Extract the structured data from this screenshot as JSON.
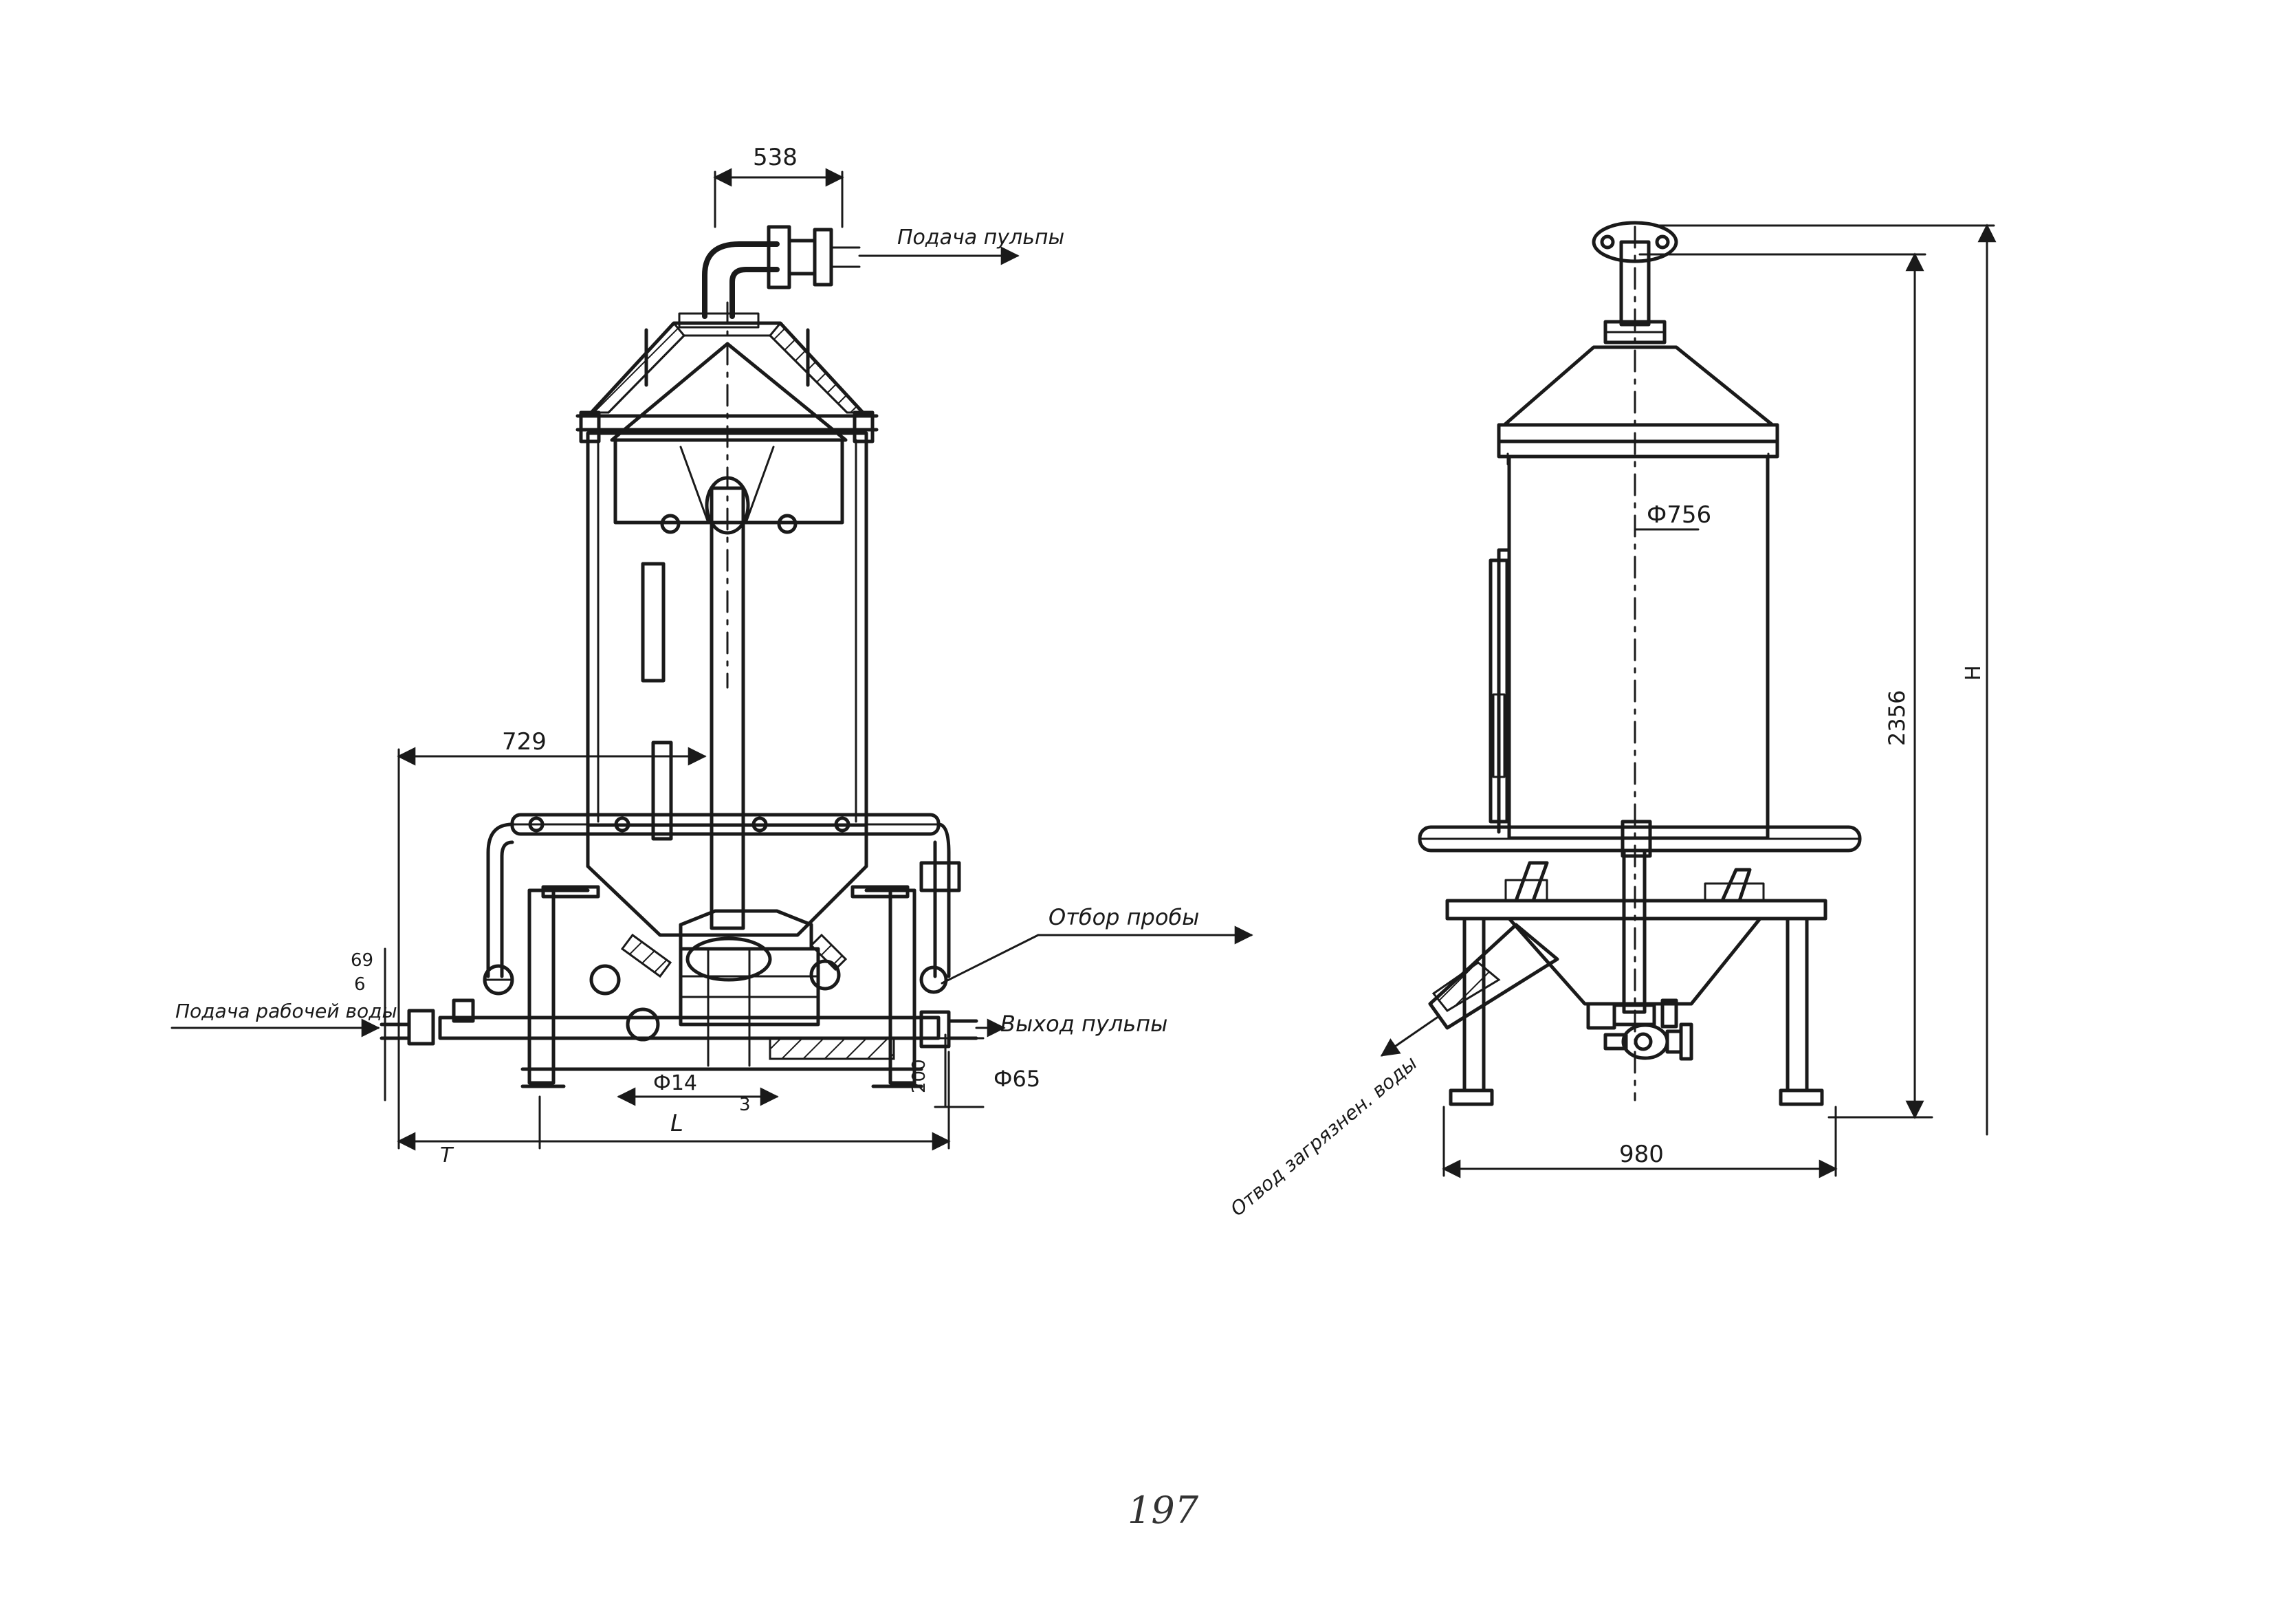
{
  "sheet": {
    "page_number": "197"
  },
  "left_view": {
    "labels": {
      "feed_pulp": "Подача пульпы",
      "sample_take": "Отбор пробы",
      "feed_water": "Подача рабочей воды",
      "pulp_outlet": "Выход пульпы"
    },
    "dims": {
      "top_offset": "538",
      "mid_width": "729",
      "left_small_a": "69",
      "left_small_b": "6",
      "bottom_len": "L",
      "bottom_left": "T",
      "shaft_dia": "Ф14",
      "shaft_small": "3",
      "outlet_h": "200",
      "outlet_dia": "Ф65"
    }
  },
  "right_view": {
    "labels": {
      "drain": "Отвод загрязнен. воды"
    },
    "dims": {
      "body_dia": "Ф756",
      "height": "2356",
      "height_total": "H",
      "base_width": "980"
    }
  }
}
